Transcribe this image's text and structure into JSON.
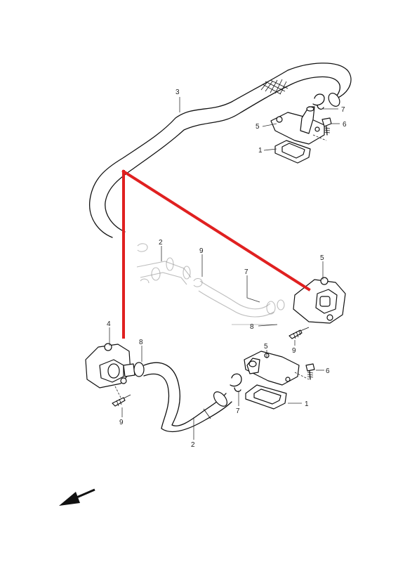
{
  "diagram": {
    "callouts": {
      "top_hose": "3",
      "top_clamp": "7",
      "top_valve_cover": "5",
      "top_bolt": "6",
      "top_gasket": "1",
      "mid_hose": "2",
      "mid_hose_b": "9",
      "mid_clamp": "7",
      "mid_valve": "5",
      "mid_ring": "8",
      "mid_screw": "9",
      "left_valve": "4",
      "left_ring": "8",
      "left_screw": "9",
      "bottom_hose": "2",
      "bottom_clamp": "7",
      "bottom_valve_cover": "5",
      "bottom_bolt": "6",
      "bottom_gasket": "1"
    },
    "highlight_color": "#e02020",
    "ink_color": "#111111",
    "direction_arrow": "front-arrow-icon"
  }
}
